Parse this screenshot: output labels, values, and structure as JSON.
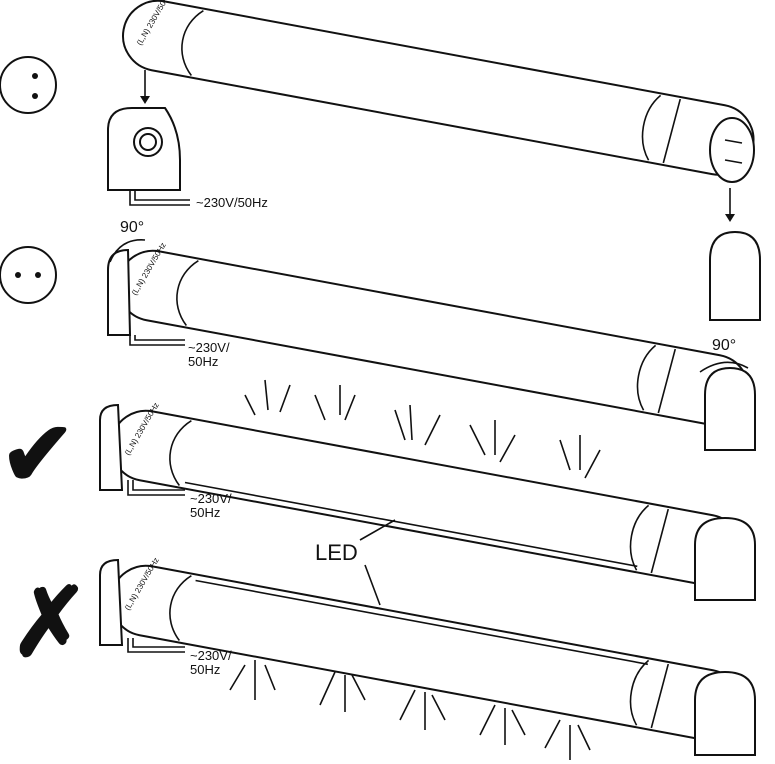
{
  "tube_marking": "(L,N) 230V/50Hz",
  "supply_label_1": "~230V/50Hz",
  "supply_label_2a": "~230V/",
  "supply_label_2b": "50Hz",
  "rotation_label": "90°",
  "led_label": "LED",
  "correct_mark": "✔",
  "wrong_mark": "✗",
  "colors": {
    "line": "#111111",
    "background": "#ffffff"
  }
}
